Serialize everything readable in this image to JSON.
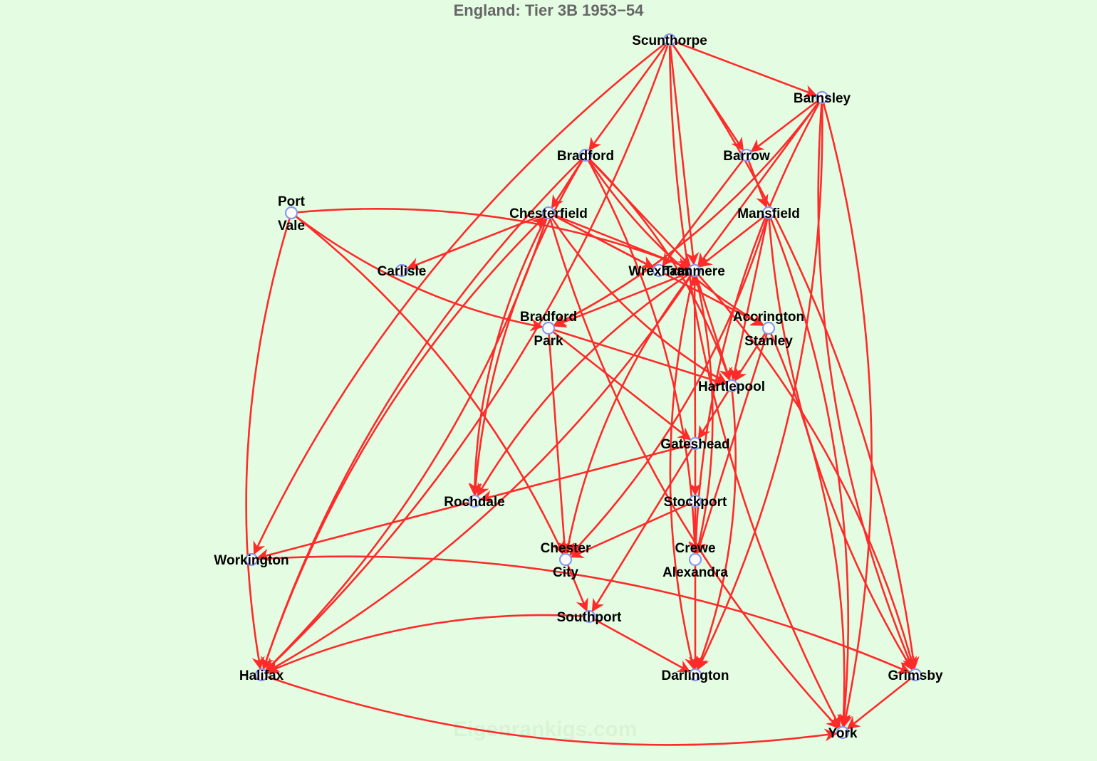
{
  "title": "England: Tier 3B 1953−54",
  "watermark": "Eigenrankigs.com",
  "colors": {
    "background": "#e4fde2",
    "edge": "#ff2a2a",
    "node_stroke": "#8899ee",
    "node_fill": "#ffffff",
    "title": "#666666"
  },
  "nodes": [
    {
      "id": "scunthorpe",
      "label": [
        "Scunthorpe"
      ]
    },
    {
      "id": "barnsley",
      "label": [
        "Barnsley"
      ]
    },
    {
      "id": "bradford",
      "label": [
        "Bradford"
      ]
    },
    {
      "id": "barrow",
      "label": [
        "Barrow"
      ]
    },
    {
      "id": "port_vale",
      "label": [
        "Port",
        "Vale"
      ]
    },
    {
      "id": "chesterfield",
      "label": [
        "Chesterfield"
      ]
    },
    {
      "id": "mansfield",
      "label": [
        "Mansfield"
      ]
    },
    {
      "id": "carlisle",
      "label": [
        "Carlisle"
      ]
    },
    {
      "id": "wrexham",
      "label": [
        "Wrexham"
      ]
    },
    {
      "id": "tranmere",
      "label": [
        "Tranmere"
      ]
    },
    {
      "id": "bradford_park",
      "label": [
        "Bradford",
        "Park"
      ]
    },
    {
      "id": "accrington",
      "label": [
        "Accrington",
        "Stanley"
      ]
    },
    {
      "id": "hartlepool",
      "label": [
        "Hartlepool"
      ]
    },
    {
      "id": "gateshead",
      "label": [
        "Gateshead"
      ]
    },
    {
      "id": "rochdale",
      "label": [
        "Rochdale"
      ]
    },
    {
      "id": "stockport",
      "label": [
        "Stockport"
      ]
    },
    {
      "id": "workington",
      "label": [
        "Workington"
      ]
    },
    {
      "id": "chester",
      "label": [
        "Chester",
        "City"
      ]
    },
    {
      "id": "crewe",
      "label": [
        "Crewe",
        "Alexandra"
      ]
    },
    {
      "id": "southport",
      "label": [
        "Southport"
      ]
    },
    {
      "id": "halifax",
      "label": [
        "Halifax"
      ]
    },
    {
      "id": "darlington",
      "label": [
        "Darlington"
      ]
    },
    {
      "id": "grimsby",
      "label": [
        "Grimsby"
      ]
    },
    {
      "id": "york",
      "label": [
        "York"
      ]
    }
  ],
  "edges": [
    [
      "scunthorpe",
      "barnsley"
    ],
    [
      "scunthorpe",
      "bradford"
    ],
    [
      "scunthorpe",
      "barrow"
    ],
    [
      "scunthorpe",
      "tranmere"
    ],
    [
      "scunthorpe",
      "halifax"
    ],
    [
      "scunthorpe",
      "workington"
    ],
    [
      "scunthorpe",
      "grimsby"
    ],
    [
      "scunthorpe",
      "york"
    ],
    [
      "barnsley",
      "barrow"
    ],
    [
      "barnsley",
      "tranmere"
    ],
    [
      "barnsley",
      "bradford_park"
    ],
    [
      "barnsley",
      "crewe"
    ],
    [
      "barnsley",
      "darlington"
    ],
    [
      "barnsley",
      "grimsby"
    ],
    [
      "barnsley",
      "york"
    ],
    [
      "bradford",
      "chesterfield"
    ],
    [
      "bradford",
      "tranmere"
    ],
    [
      "bradford",
      "accrington"
    ],
    [
      "bradford",
      "hartlepool"
    ],
    [
      "bradford",
      "halifax"
    ],
    [
      "bradford",
      "crewe"
    ],
    [
      "bradford",
      "rochdale"
    ],
    [
      "barrow",
      "mansfield"
    ],
    [
      "barrow",
      "wrexham"
    ],
    [
      "port_vale",
      "tranmere"
    ],
    [
      "port_vale",
      "bradford_park"
    ],
    [
      "port_vale",
      "chester"
    ],
    [
      "port_vale",
      "halifax"
    ],
    [
      "chesterfield",
      "carlisle"
    ],
    [
      "chesterfield",
      "wrexham"
    ],
    [
      "chesterfield",
      "tranmere"
    ],
    [
      "chesterfield",
      "hartlepool"
    ],
    [
      "chesterfield",
      "accrington"
    ],
    [
      "chesterfield",
      "rochdale"
    ],
    [
      "chesterfield",
      "halifax"
    ],
    [
      "chesterfield",
      "york"
    ],
    [
      "mansfield",
      "tranmere"
    ],
    [
      "mansfield",
      "hartlepool"
    ],
    [
      "mansfield",
      "chester"
    ],
    [
      "mansfield",
      "grimsby"
    ],
    [
      "mansfield",
      "york"
    ],
    [
      "tranmere",
      "bradford_park"
    ],
    [
      "tranmere",
      "hartlepool"
    ],
    [
      "tranmere",
      "chester"
    ],
    [
      "tranmere",
      "halifax"
    ],
    [
      "tranmere",
      "darlington"
    ],
    [
      "tranmere",
      "grimsby"
    ],
    [
      "tranmere",
      "rochdale"
    ],
    [
      "tranmere",
      "crewe"
    ],
    [
      "bradford_park",
      "hartlepool"
    ],
    [
      "bradford_park",
      "gateshead"
    ],
    [
      "bradford_park",
      "chester"
    ],
    [
      "accrington",
      "hartlepool"
    ],
    [
      "accrington",
      "crewe"
    ],
    [
      "accrington",
      "york"
    ],
    [
      "hartlepool",
      "gateshead"
    ],
    [
      "hartlepool",
      "darlington"
    ],
    [
      "gateshead",
      "stockport"
    ],
    [
      "gateshead",
      "rochdale"
    ],
    [
      "gateshead",
      "southport"
    ],
    [
      "gateshead",
      "tranmere"
    ],
    [
      "stockport",
      "crewe"
    ],
    [
      "stockport",
      "chester"
    ],
    [
      "rochdale",
      "workington"
    ],
    [
      "workington",
      "grimsby"
    ],
    [
      "chester",
      "southport"
    ],
    [
      "crewe",
      "darlington"
    ],
    [
      "southport",
      "halifax"
    ],
    [
      "southport",
      "darlington"
    ],
    [
      "halifax",
      "york"
    ],
    [
      "halifax",
      "chesterfield"
    ],
    [
      "grimsby",
      "york"
    ]
  ]
}
